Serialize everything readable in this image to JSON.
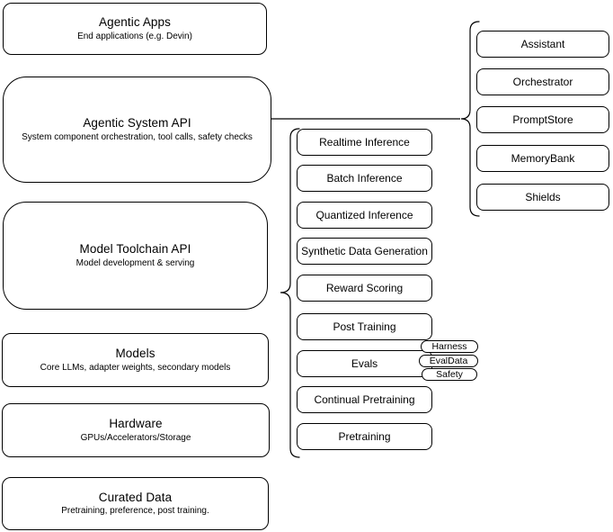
{
  "stack": {
    "boxes": [
      {
        "title": "Agentic Apps",
        "subtitle": "End applications (e.g. Devin)"
      },
      {
        "title": "Agentic System API",
        "subtitle": "System component orchestration, tool calls, safety checks"
      },
      {
        "title": "Model Toolchain API",
        "subtitle": "Model development & serving"
      },
      {
        "title": "Models",
        "subtitle": "Core LLMs, adapter weights, secondary models"
      },
      {
        "title": "Hardware",
        "subtitle": "GPUs/Accelerators/Storage"
      },
      {
        "title": "Curated Data",
        "subtitle": "Pretraining, preference, post training."
      }
    ]
  },
  "toolchain": {
    "items": [
      "Realtime Inference",
      "Batch Inference",
      "Quantized Inference",
      "Synthetic Data Generation",
      "Reward Scoring",
      "Post Training",
      "Evals",
      "Continual Pretraining",
      "Pretraining"
    ]
  },
  "evals_tags": {
    "items": [
      "Harness",
      "EvalData",
      "Safety"
    ]
  },
  "components": {
    "items": [
      "Assistant",
      "Orchestrator",
      "PromptStore",
      "MemoryBank",
      "Shields"
    ]
  },
  "colors": {
    "stroke": "#000000",
    "fill": "#ffffff",
    "background": "#ffffff",
    "text": "#000000"
  }
}
